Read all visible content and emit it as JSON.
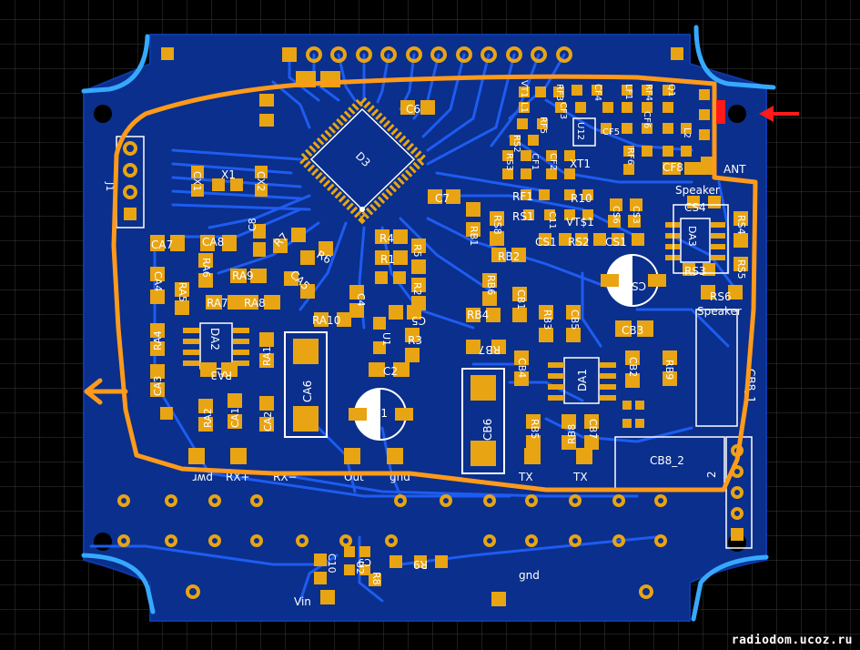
{
  "labels": {
    "j1": "J1",
    "cx1": "CX1",
    "x1": "X1",
    "cx2": "CX2",
    "d3": "D3",
    "c6": "C6",
    "c7": "C7",
    "c8": "C8",
    "ca7": "CA7",
    "ca8": "CA8",
    "r7": "R7",
    "r6": "R6",
    "ca4": "CA4",
    "ra6": "RA6",
    "ra9": "RA9",
    "ca5": "CA5",
    "ra5": "RA5",
    "ra7": "RA7",
    "ra8": "RA8",
    "ra4": "RA4",
    "da2": "DA2",
    "ra1": "RA1",
    "ca3": "CA3",
    "ra3": "RA3",
    "ca6": "CA6",
    "ra2": "RA2",
    "ca1": "CA1",
    "ca2": "CA2",
    "r4": "R4",
    "r1": "R1",
    "r5": "R5",
    "r2": "R2",
    "c4": "C4",
    "c5": "C5",
    "ra10": "RA10",
    "r3": "R3",
    "u1": "U1",
    "c2": "C2",
    "c1": "C1",
    "rb1": "RB1",
    "rs8": "RS8",
    "rb2": "RB2",
    "rb6": "RB6",
    "cb1": "CB1",
    "rb4": "RB4",
    "rb3": "RB3",
    "cb5": "CB5",
    "cb3": "CB3",
    "rb7": "RB7",
    "cb4": "CB4",
    "da1": "DA1",
    "cb2": "CB2",
    "rb9": "RB9",
    "cb6": "CB6",
    "rb5": "RB5",
    "rb8": "RB8",
    "cb7": "CB7",
    "vt1": "VT1",
    "l1": "L1",
    "rf3": "RF3",
    "cf4": "CF4",
    "lf1": "LF1",
    "rf4": "RF4",
    "q1": "Q1",
    "rf5": "RF5",
    "cf3": "CF3",
    "u12": "U12",
    "cf5": "CF5",
    "cf6": "CF6",
    "l2": "L2",
    "rs2": "RS2",
    "cf1": "CF1",
    "rs3x": "RS3",
    "cf2": "CF2",
    "xt1": "XT1",
    "rf6": "RF6",
    "cf8": "CF8",
    "ant": "ANT",
    "rf1": "RF1",
    "r10": "R10",
    "rs1": "RS1",
    "c11": "C11",
    "vts1": "VT$1",
    "cs6": "CS6",
    "cs3": "CS3",
    "cs1": "CS1",
    "rs2b": "RS2",
    "cs1b": "CS1",
    "speaker1": "Speaker",
    "cs4": "CS4",
    "rs4": "RS4",
    "da3": "DA3",
    "rs5": "RS5",
    "cs2": "CS2",
    "rs3": "RS3",
    "rs6": "RS6",
    "speaker2": "Speaker",
    "cb8_1": "CB8_1",
    "cb8_2": "CB8_2",
    "two": "2",
    "pwr": "pwr",
    "rxp": "RX+",
    "rxm": "RX−",
    "out": "Out",
    "gnd1": "gnd",
    "tx1": "TX",
    "tx2": "TX",
    "c10": "C10",
    "c9": "C9",
    "u2": "U2",
    "r8": "R8",
    "r9": "R9",
    "gnd2": "gnd",
    "vin": "Vin"
  },
  "watermark": "radiodom.ucoz.ru",
  "colors": {
    "background": "#000000",
    "grid": "#3a3a3a",
    "board": "#0a2f8c",
    "copper": "#1e5cf0",
    "pad": "#e8a412",
    "silk": "#ffffff",
    "outline_orange": "#ff9a1a",
    "mark_blue": "#36a9ff",
    "arrow_red": "#ff1a1a"
  }
}
